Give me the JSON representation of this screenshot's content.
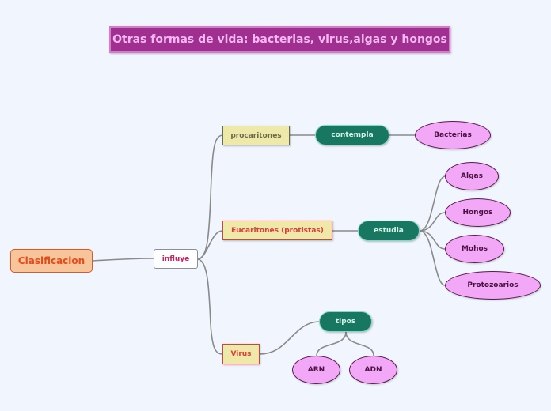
{
  "title": "Otras formas de vida: bacterias, virus,algas y hongos",
  "root": "Clasificacion",
  "relation": "influye",
  "branches": [
    {
      "label": "procaritones",
      "connector": "contempla",
      "children": [
        "Bacterias"
      ]
    },
    {
      "label": "Eucaritones (protistas)",
      "connector": "estudia",
      "children": [
        "Algas",
        "Hongos",
        "Mohos",
        "Protozoarios"
      ]
    },
    {
      "label": "Virus",
      "connector": "tipos",
      "children": [
        "ARN",
        "ADN"
      ]
    }
  ],
  "colors": {
    "background": "#f1f5fd",
    "title_fill": "#a0308f",
    "title_text": "#f4b8f0",
    "root_fill": "#f8c59b",
    "root_text": "#e94a1a",
    "topic_fill": "#eee8a9",
    "topic_text_red": "#e03a3a",
    "connector_fill": "#187760",
    "leaf_fill": "#f2a8f6",
    "line": "#8a8a8a"
  }
}
